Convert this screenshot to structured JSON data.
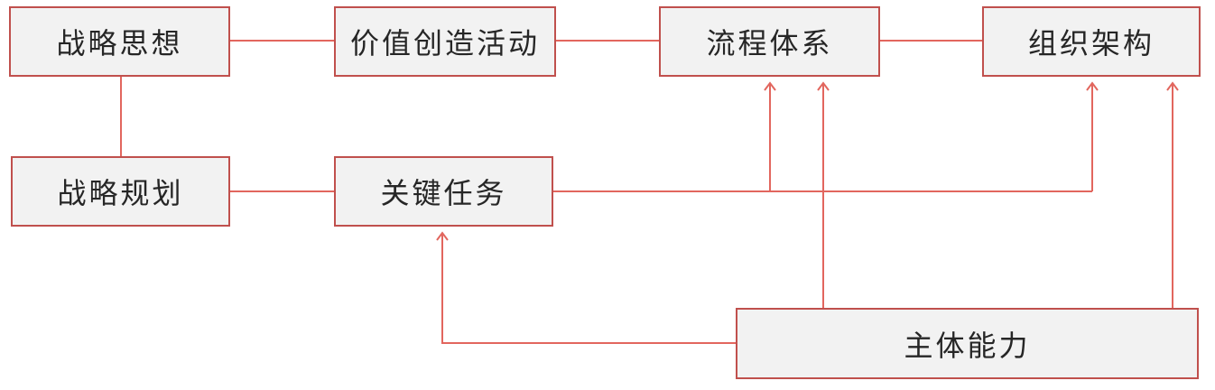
{
  "diagram": {
    "boxes": [
      {
        "id": "strategic-thought",
        "label": "战略思想"
      },
      {
        "id": "value-creation",
        "label": "价值创造活动"
      },
      {
        "id": "process-system",
        "label": "流程体系"
      },
      {
        "id": "org-structure",
        "label": "组织架构"
      },
      {
        "id": "strategic-planning",
        "label": "战略规划"
      },
      {
        "id": "key-tasks",
        "label": "关键任务"
      },
      {
        "id": "core-capability",
        "label": "主体能力"
      }
    ],
    "connections": [
      {
        "from": "strategic-thought",
        "to": "value-creation",
        "arrow": false
      },
      {
        "from": "value-creation",
        "to": "process-system",
        "arrow": false
      },
      {
        "from": "process-system",
        "to": "org-structure",
        "arrow": false
      },
      {
        "from": "strategic-thought",
        "to": "strategic-planning",
        "arrow": false
      },
      {
        "from": "strategic-planning",
        "to": "key-tasks",
        "arrow": false
      },
      {
        "from": "key-tasks",
        "to": "process-system",
        "arrow": true
      },
      {
        "from": "key-tasks",
        "to": "org-structure",
        "arrow": true
      },
      {
        "from": "core-capability",
        "to": "process-system",
        "arrow": true
      },
      {
        "from": "core-capability",
        "to": "org-structure",
        "arrow": true
      },
      {
        "from": "core-capability",
        "to": "key-tasks",
        "arrow": true
      }
    ],
    "colors": {
      "box_fill": "#f2f2f2",
      "box_border": "#c0504d",
      "connector": "#e2665e",
      "text": "#262626",
      "background": "#ffffff"
    }
  }
}
